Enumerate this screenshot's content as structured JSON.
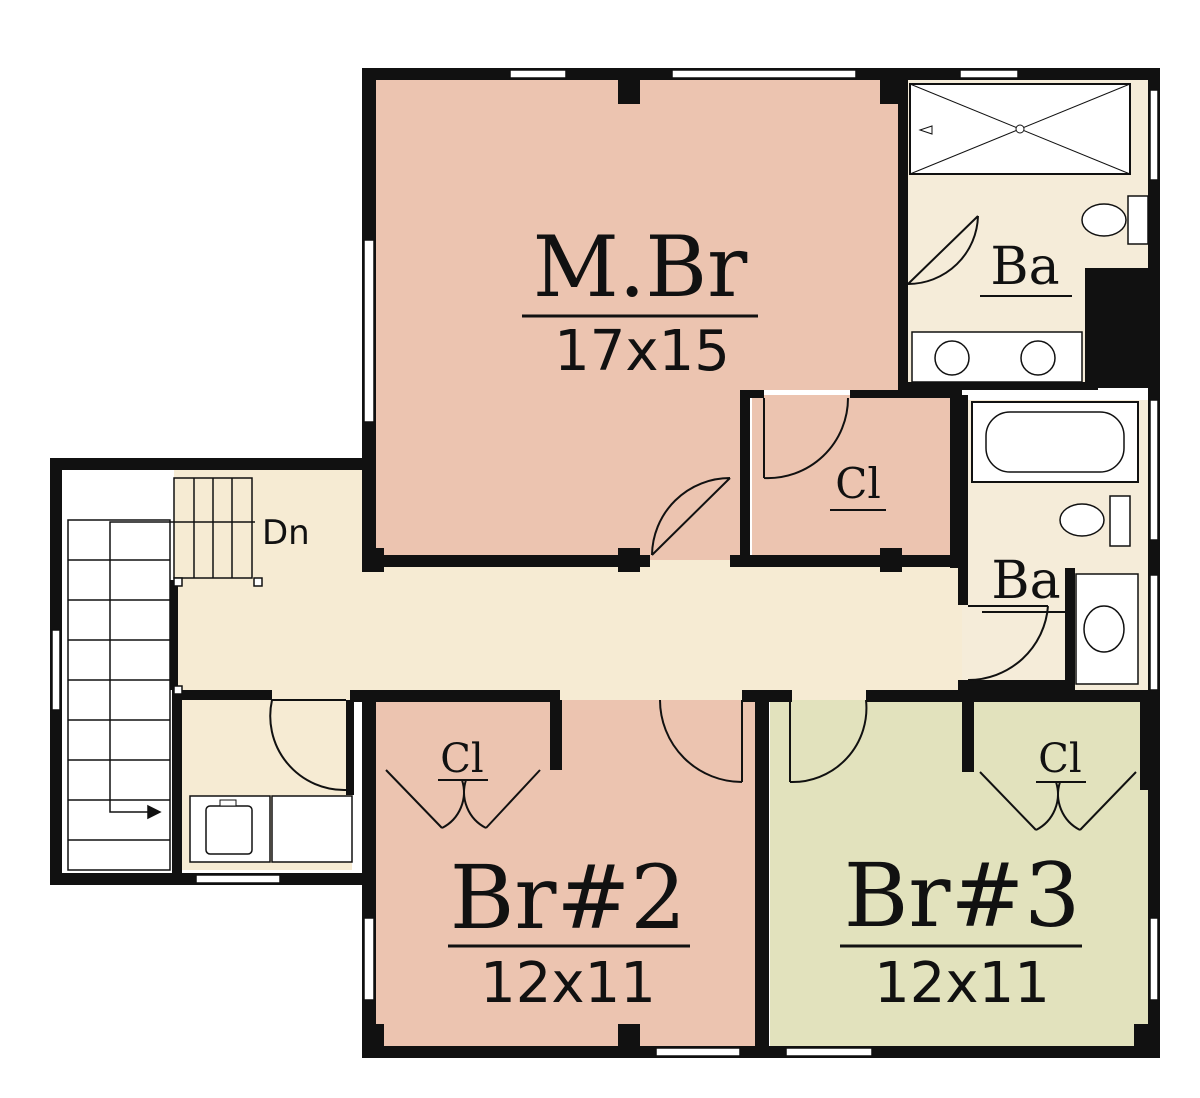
{
  "colors": {
    "master_fill": "#ecc4b0",
    "bath_fill": "#f5ecd9",
    "hall_fill": "#f6ebd3",
    "closet_fill": "#ecc4b0",
    "br2_fill": "#ecc4b0",
    "br3_fill": "#e2e2bd",
    "wall": "#111111",
    "window_glass": "#ffffff"
  },
  "rooms": {
    "master_bedroom": {
      "name": "M.Br",
      "size": "17x15"
    },
    "master_bath": {
      "name": "Ba"
    },
    "master_closet": {
      "name": "Cl"
    },
    "hall_bath": {
      "name": "Ba"
    },
    "br2_closet": {
      "name": "Cl"
    },
    "br3_closet": {
      "name": "Cl"
    },
    "bedroom_2": {
      "name": "Br#2",
      "size": "12x11"
    },
    "bedroom_3": {
      "name": "Br#3",
      "size": "12x11"
    }
  },
  "stairs": {
    "label": "Dn"
  }
}
